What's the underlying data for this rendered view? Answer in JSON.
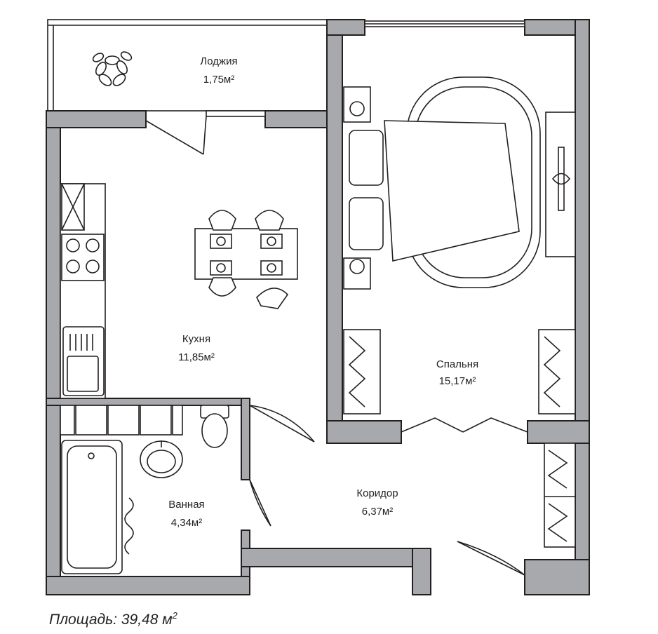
{
  "rooms": {
    "loggia": {
      "name": "Лоджия",
      "area": "1,75м²"
    },
    "kitchen": {
      "name": "Кухня",
      "area": "11,85м²"
    },
    "bedroom": {
      "name": "Спальня",
      "area": "15,17м²"
    },
    "bathroom": {
      "name": "Ванная",
      "area": "4,34м²"
    },
    "corridor": {
      "name": "Коридор",
      "area": "6,37м²"
    }
  },
  "footer": {
    "label": "Площадь: 39,48 м",
    "superscript": "2"
  },
  "colors": {
    "wall": "#a7a9ac",
    "line": "#231f20",
    "background": "#ffffff"
  }
}
